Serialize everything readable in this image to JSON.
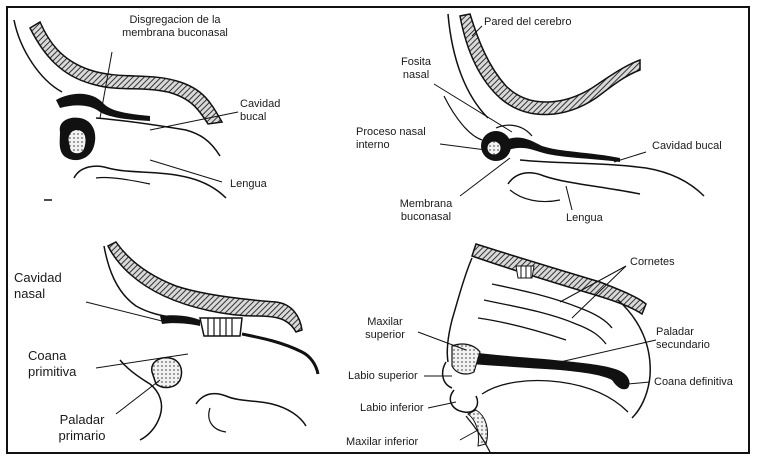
{
  "panels": {
    "top_left": {
      "disgregacion_line1": "Disgregacion de la",
      "disgregacion_line2": "membrana buconasal",
      "cavidad_bucal_line1": "Cavidad",
      "cavidad_bucal_line2": "bucal",
      "lengua": "Lengua"
    },
    "top_right": {
      "pared_cerebro": "Pared del cerebro",
      "fosita_line1": "Fosita",
      "fosita_line2": "nasal",
      "proceso_line1": "Proceso nasal",
      "proceso_line2": "interno",
      "cavidad_bucal": "Cavidad bucal",
      "membrana_line1": "Membrana",
      "membrana_line2": "buconasal",
      "lengua": "Lengua"
    },
    "bottom_left": {
      "cavidad_nasal_line1": "Cavidad",
      "cavidad_nasal_line2": "nasal",
      "coana_line1": "Coana",
      "coana_line2": "primitiva",
      "paladar_line1": "Paladar",
      "paladar_line2": "primario"
    },
    "bottom_right": {
      "cornetes": "Cornetes",
      "maxilar_sup_line1": "Maxilar",
      "maxilar_sup_line2": "superior",
      "paladar_sec_line1": "Paladar",
      "paladar_sec_line2": "secundario",
      "labio_superior": "Labio superior",
      "coana_definitiva": "Coana definitiva",
      "labio_inferior": "Labio inferior",
      "maxilar_inferior": "Maxilar inferior"
    }
  },
  "colors": {
    "ink": "#111111",
    "hatch": "#555555",
    "background": "#ffffff"
  }
}
